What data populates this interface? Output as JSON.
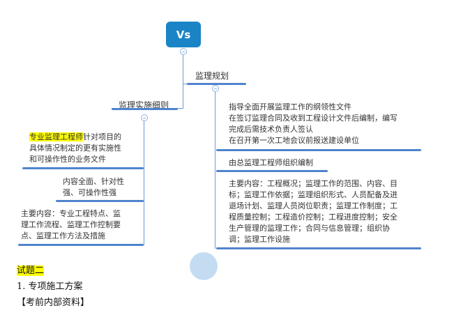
{
  "mindmap": {
    "root": {
      "label": "Vs",
      "color": "#1a84c6"
    },
    "branches": [
      {
        "label": "监理规划",
        "children": [
          {
            "lines": [
              "指导全面开展监理工作的纲领性文件",
              "在签订监理合同及收到工程设计文件后编制，编写",
              "完成后需技术负责人签认",
              "在召开第一次工地会议前报送建设单位"
            ]
          },
          {
            "lines": [
              "由总监理工程师组织编制"
            ]
          },
          {
            "lines": [
              "主要内容：工程概况；监理工作的范围、内容、目",
              "标；监理工作依据；监理组织形式、人员配备及进",
              "退场计划、监理人员岗位职责；监理工作制度；工",
              "程质量控制；工程造价控制；工程进度控制；安全",
              "生产管理的监理工作；合同与信息管理；组织协",
              "调；监理工作设施"
            ]
          }
        ]
      },
      {
        "label": "监理实施细则",
        "children": [
          {
            "highlight": "专业监理工程师",
            "lines": [
              "针对项目的",
              "具体情况制定的更有实施性",
              "和可操作性的业务文件"
            ]
          },
          {
            "lines": [
              "内容全面、针对性",
              "强、可操作性强"
            ]
          },
          {
            "lines": [
              "主要内容：专业工程特点、监",
              "理工作流程、监理工作控制要",
              "点、监理工作方法及措施"
            ]
          }
        ]
      }
    ]
  },
  "document": {
    "heading": "试题二",
    "item": "1. 专项施工方案",
    "note": "【考前内部资料】",
    "highlight_color": "#ffff00"
  }
}
